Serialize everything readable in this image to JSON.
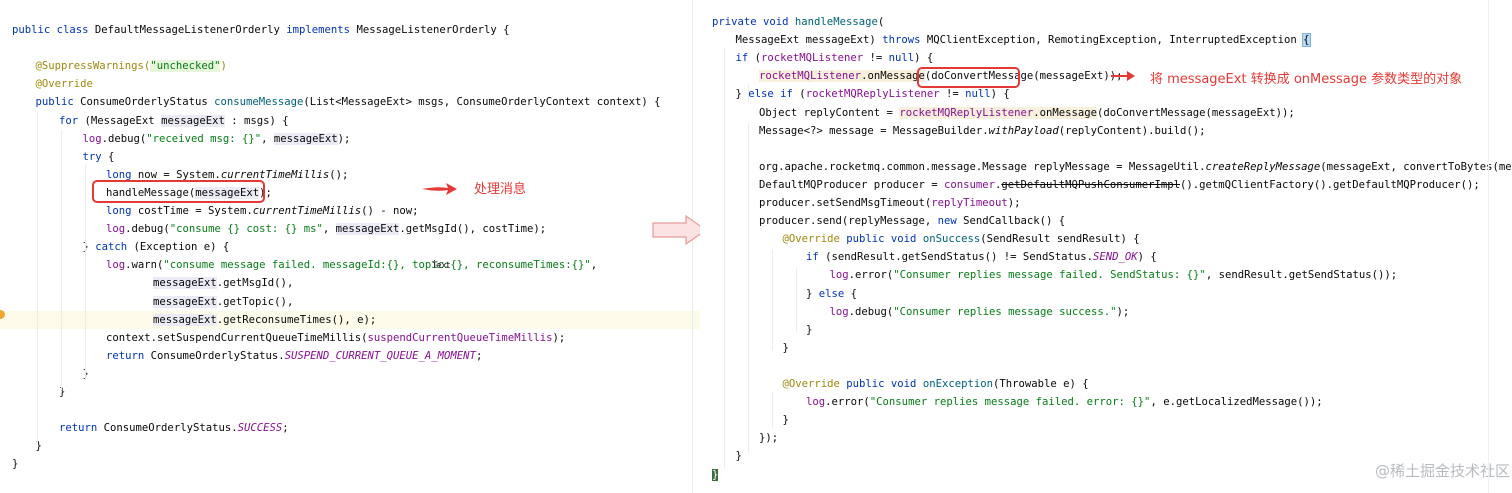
{
  "left_code": {
    "lines": [
      {
        "indent": 0,
        "segments": [
          {
            "t": "public class ",
            "c": "kw"
          },
          {
            "t": "DefaultMessageListenerOrderly "
          },
          {
            "t": "implements ",
            "c": "kw"
          },
          {
            "t": "MessageListenerOrderly {"
          }
        ]
      },
      {
        "indent": 0,
        "segments": []
      },
      {
        "indent": 1,
        "segments": [
          {
            "t": "@SuppressWarnings(",
            "c": "an"
          },
          {
            "t": "\"unchecked\"",
            "c": "str hlstr"
          },
          {
            "t": ")",
            "c": "an"
          }
        ]
      },
      {
        "indent": 1,
        "segments": [
          {
            "t": "@Override",
            "c": "an"
          }
        ]
      },
      {
        "indent": 1,
        "segments": [
          {
            "t": "public ",
            "c": "kw"
          },
          {
            "t": "ConsumeOrderlyStatus "
          },
          {
            "t": "consumeMessage",
            "c": "fn"
          },
          {
            "t": "(List<MessageExt> msgs, ConsumeOrderlyContext context) {"
          }
        ]
      },
      {
        "indent": 2,
        "segments": [
          {
            "t": "for ",
            "c": "kw"
          },
          {
            "t": "(MessageExt "
          },
          {
            "t": "messageExt",
            "c": "hlvar"
          },
          {
            "t": " : msgs) {"
          }
        ]
      },
      {
        "indent": 3,
        "segments": [
          {
            "t": "log",
            "c": "fld"
          },
          {
            "t": ".debug("
          },
          {
            "t": "\"received msg: {}\"",
            "c": "str"
          },
          {
            "t": ", "
          },
          {
            "t": "messageExt",
            "c": "hlvar"
          },
          {
            "t": ");"
          }
        ]
      },
      {
        "indent": 3,
        "segments": [
          {
            "t": "try ",
            "c": "kw"
          },
          {
            "t": "{"
          }
        ]
      },
      {
        "indent": 4,
        "segments": [
          {
            "t": "long ",
            "c": "kw"
          },
          {
            "t": "now = System."
          },
          {
            "t": "currentTimeMillis",
            "c": "it"
          },
          {
            "t": "();"
          }
        ]
      },
      {
        "indent": 4,
        "segments": [
          {
            "t": "handleMessage("
          },
          {
            "t": "messageExt",
            "c": "hlvar"
          },
          {
            "t": ");"
          }
        ]
      },
      {
        "indent": 4,
        "segments": [
          {
            "t": "long ",
            "c": "kw"
          },
          {
            "t": "costTime = System."
          },
          {
            "t": "currentTimeMillis",
            "c": "it"
          },
          {
            "t": "() - now;"
          }
        ]
      },
      {
        "indent": 4,
        "segments": [
          {
            "t": "log",
            "c": "fld"
          },
          {
            "t": ".debug("
          },
          {
            "t": "\"consume {} cost: {} ms\"",
            "c": "str"
          },
          {
            "t": ", "
          },
          {
            "t": "messageExt",
            "c": "hlvar"
          },
          {
            "t": ".getMsgId(), costTime);"
          }
        ]
      },
      {
        "indent": 3,
        "segments": [
          {
            "t": "} "
          },
          {
            "t": "catch ",
            "c": "kw"
          },
          {
            "t": "(Exception e) {"
          }
        ]
      },
      {
        "indent": 4,
        "segments": [
          {
            "t": "log",
            "c": "fld"
          },
          {
            "t": ".warn("
          },
          {
            "t": "\"consume message failed. messageId:{}, topic:{}, reconsumeTimes:{}\"",
            "c": "str"
          },
          {
            "t": ","
          }
        ]
      },
      {
        "indent": 6,
        "segments": [
          {
            "t": "messageExt",
            "c": "hlvar"
          },
          {
            "t": ".getMsgId(),"
          }
        ]
      },
      {
        "indent": 6,
        "segments": [
          {
            "t": "messageExt",
            "c": "hlvar"
          },
          {
            "t": ".getTopic(),"
          }
        ]
      },
      {
        "indent": 6,
        "segments": [
          {
            "t": "messageExt",
            "c": "hlvar"
          },
          {
            "t": ".getReconsumeTimes(), e);"
          }
        ]
      },
      {
        "indent": 4,
        "segments": [
          {
            "t": "context.setSuspendCurrentQueueTimeMillis("
          },
          {
            "t": "suspendCurrentQueueTimeMillis",
            "c": "fld"
          },
          {
            "t": ");"
          }
        ]
      },
      {
        "indent": 4,
        "segments": [
          {
            "t": "return ",
            "c": "kw"
          },
          {
            "t": "ConsumeOrderlyStatus."
          },
          {
            "t": "SUSPEND_CURRENT_QUEUE_A_MOMENT",
            "c": "cst"
          },
          {
            "t": ";"
          }
        ]
      },
      {
        "indent": 3,
        "segments": [
          {
            "t": "}"
          }
        ]
      },
      {
        "indent": 2,
        "segments": [
          {
            "t": "}"
          }
        ]
      },
      {
        "indent": 0,
        "segments": []
      },
      {
        "indent": 2,
        "segments": [
          {
            "t": "return ",
            "c": "kw"
          },
          {
            "t": "ConsumeOrderlyStatus."
          },
          {
            "t": "SUCCESS",
            "c": "cst"
          },
          {
            "t": ";"
          }
        ]
      },
      {
        "indent": 1,
        "segments": [
          {
            "t": "}"
          }
        ]
      },
      {
        "indent": 0,
        "segments": [
          {
            "t": "}"
          }
        ]
      }
    ]
  },
  "right_code": {
    "lines": [
      {
        "indent": 0,
        "segments": [
          {
            "t": "private void ",
            "c": "kw"
          },
          {
            "t": "handleMessage",
            "c": "fn"
          },
          {
            "t": "("
          }
        ]
      },
      {
        "indent": 1,
        "segments": [
          {
            "t": "MessageExt messageExt) "
          },
          {
            "t": "throws ",
            "c": "kw"
          },
          {
            "t": "MQClientException, RemotingException, InterruptedException "
          },
          {
            "t": "{",
            "c": "brace-match"
          }
        ]
      },
      {
        "indent": 1,
        "segments": [
          {
            "t": "if ",
            "c": "kw"
          },
          {
            "t": "("
          },
          {
            "t": "rocketMQListener",
            "c": "fld"
          },
          {
            "t": " != "
          },
          {
            "t": "null",
            "c": "kw"
          },
          {
            "t": ") {"
          }
        ]
      },
      {
        "indent": 2,
        "segments": [
          {
            "t": "rocketMQListener",
            "c": "fld hlfield"
          },
          {
            "t": ".onMessage",
            "c": "hlfield"
          },
          {
            "t": "(doConvertMessage(messageExt));"
          }
        ]
      },
      {
        "indent": 1,
        "segments": [
          {
            "t": "} "
          },
          {
            "t": "else if ",
            "c": "kw"
          },
          {
            "t": "("
          },
          {
            "t": "rocketMQReplyListener",
            "c": "fld"
          },
          {
            "t": " != "
          },
          {
            "t": "null",
            "c": "kw"
          },
          {
            "t": ") {"
          }
        ]
      },
      {
        "indent": 2,
        "segments": [
          {
            "t": "Object replyContent = "
          },
          {
            "t": "rocketMQReplyListener",
            "c": "fld hlfield"
          },
          {
            "t": ".onMessage",
            "c": "hlfield"
          },
          {
            "t": "(doConvertMessage(messageExt));"
          }
        ]
      },
      {
        "indent": 2,
        "segments": [
          {
            "t": "Message<?> message = MessageBuilder."
          },
          {
            "t": "withPayload",
            "c": "it"
          },
          {
            "t": "(replyContent).build();"
          }
        ]
      },
      {
        "indent": 0,
        "segments": []
      },
      {
        "indent": 2,
        "segments": [
          {
            "t": "org.apache.rocketmq.common.message.Message replyMessage = MessageUtil."
          },
          {
            "t": "createReplyMessage",
            "c": "it"
          },
          {
            "t": "(messageExt, convertToBytes(message));"
          }
        ]
      },
      {
        "indent": 2,
        "segments": [
          {
            "t": "DefaultMQProducer producer = "
          },
          {
            "t": "consumer",
            "c": "fld"
          },
          {
            "t": "."
          },
          {
            "t": "getDefaultMQPushConsumerImpl",
            "c": "strike"
          },
          {
            "t": "().getmQClientFactory().getDefaultMQProducer();"
          }
        ]
      },
      {
        "indent": 2,
        "segments": [
          {
            "t": "producer.setSendMsgTimeout("
          },
          {
            "t": "replyTimeout",
            "c": "fld"
          },
          {
            "t": ");"
          }
        ]
      },
      {
        "indent": 2,
        "segments": [
          {
            "t": "producer.send(replyMessage, "
          },
          {
            "t": "new ",
            "c": "kw"
          },
          {
            "t": "SendCallback() {"
          }
        ]
      },
      {
        "indent": 3,
        "segments": [
          {
            "t": "@Override ",
            "c": "an"
          },
          {
            "t": "public void ",
            "c": "kw"
          },
          {
            "t": "onSuccess",
            "c": "fn"
          },
          {
            "t": "(SendResult sendResult) {"
          }
        ]
      },
      {
        "indent": 4,
        "segments": [
          {
            "t": "if ",
            "c": "kw"
          },
          {
            "t": "(sendResult.getSendStatus() != SendStatus."
          },
          {
            "t": "SEND_OK",
            "c": "cst"
          },
          {
            "t": ") {"
          }
        ]
      },
      {
        "indent": 5,
        "segments": [
          {
            "t": "log",
            "c": "fld"
          },
          {
            "t": ".error("
          },
          {
            "t": "\"Consumer replies message failed. SendStatus: {}\"",
            "c": "str"
          },
          {
            "t": ", sendResult.getSendStatus());"
          }
        ]
      },
      {
        "indent": 4,
        "segments": [
          {
            "t": "} "
          },
          {
            "t": "else ",
            "c": "kw"
          },
          {
            "t": "{"
          }
        ]
      },
      {
        "indent": 5,
        "segments": [
          {
            "t": "log",
            "c": "fld"
          },
          {
            "t": ".debug("
          },
          {
            "t": "\"Consumer replies message success.\"",
            "c": "str"
          },
          {
            "t": ");"
          }
        ]
      },
      {
        "indent": 4,
        "segments": [
          {
            "t": "}"
          }
        ]
      },
      {
        "indent": 3,
        "segments": [
          {
            "t": "}"
          }
        ]
      },
      {
        "indent": 0,
        "segments": []
      },
      {
        "indent": 3,
        "segments": [
          {
            "t": "@Override ",
            "c": "an"
          },
          {
            "t": "public void ",
            "c": "kw"
          },
          {
            "t": "onException",
            "c": "fn"
          },
          {
            "t": "(Throwable e) {"
          }
        ]
      },
      {
        "indent": 4,
        "segments": [
          {
            "t": "log",
            "c": "fld"
          },
          {
            "t": ".error("
          },
          {
            "t": "\"Consumer replies message failed. error: {}\"",
            "c": "str"
          },
          {
            "t": ", e.getLocalizedMessage());"
          }
        ]
      },
      {
        "indent": 3,
        "segments": [
          {
            "t": "}"
          }
        ]
      },
      {
        "indent": 2,
        "segments": [
          {
            "t": "});"
          }
        ]
      },
      {
        "indent": 1,
        "segments": [
          {
            "t": "}"
          }
        ]
      },
      {
        "indent": 0,
        "segments": [
          {
            "t": "}",
            "c": "brace-match-dark"
          }
        ]
      }
    ]
  },
  "annotations": {
    "left_note": "处理消息",
    "right_note": "将 messageExt 转换成 onMessage 参数类型的对象",
    "text_label": "Text"
  },
  "watermark": "@稀土掘金技术社区",
  "colors": {
    "highlight_box": "#e53935",
    "keyword": "#0033b3",
    "string": "#067d17",
    "annotation": "#9e880d",
    "field": "#871094",
    "method": "#00627a"
  }
}
